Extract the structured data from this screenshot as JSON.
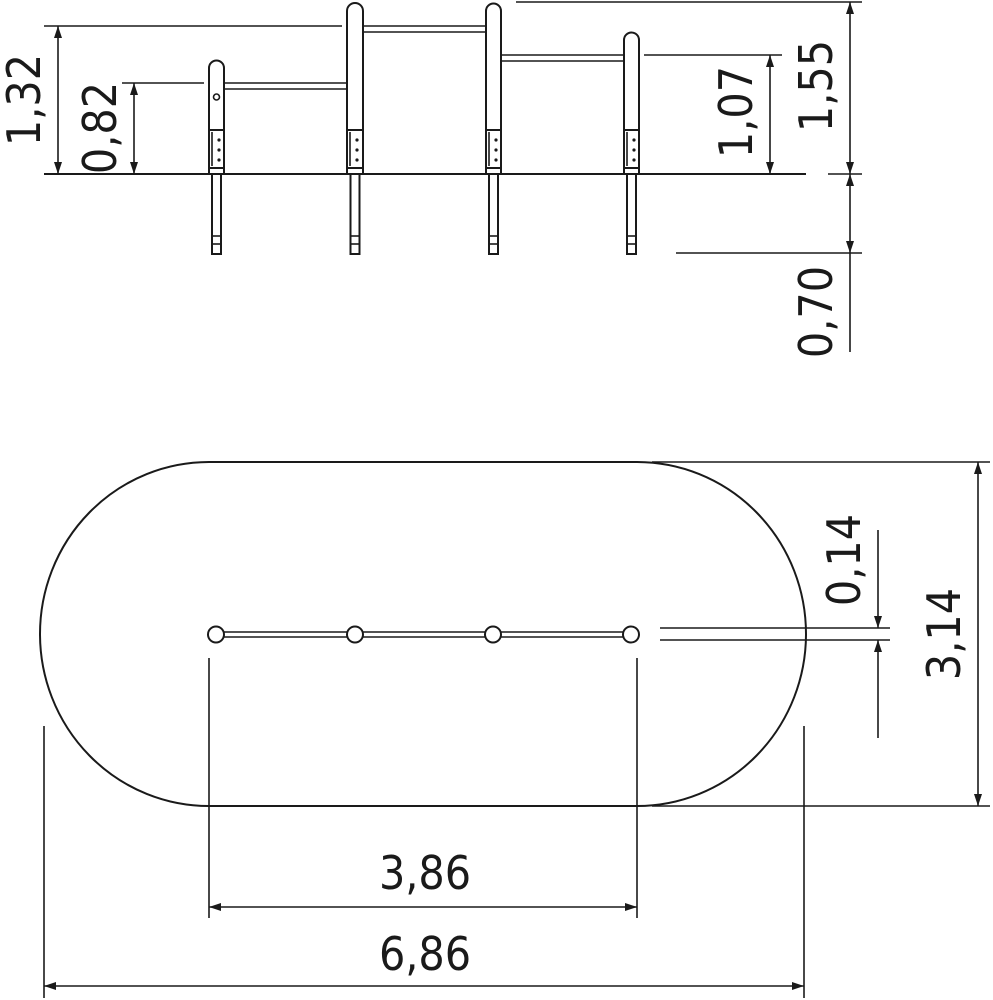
{
  "dimensions": {
    "d_1_32": "1,32",
    "d_0_82": "0,82",
    "d_1_07": "1,07",
    "d_1_55": "1,55",
    "d_0_70": "0,70",
    "d_0_14": "0,14",
    "d_3_14": "3,14",
    "d_3_86": "3,86",
    "d_6_86": "6,86"
  },
  "colors": {
    "line": "#1a1a1a",
    "background": "#ffffff"
  }
}
